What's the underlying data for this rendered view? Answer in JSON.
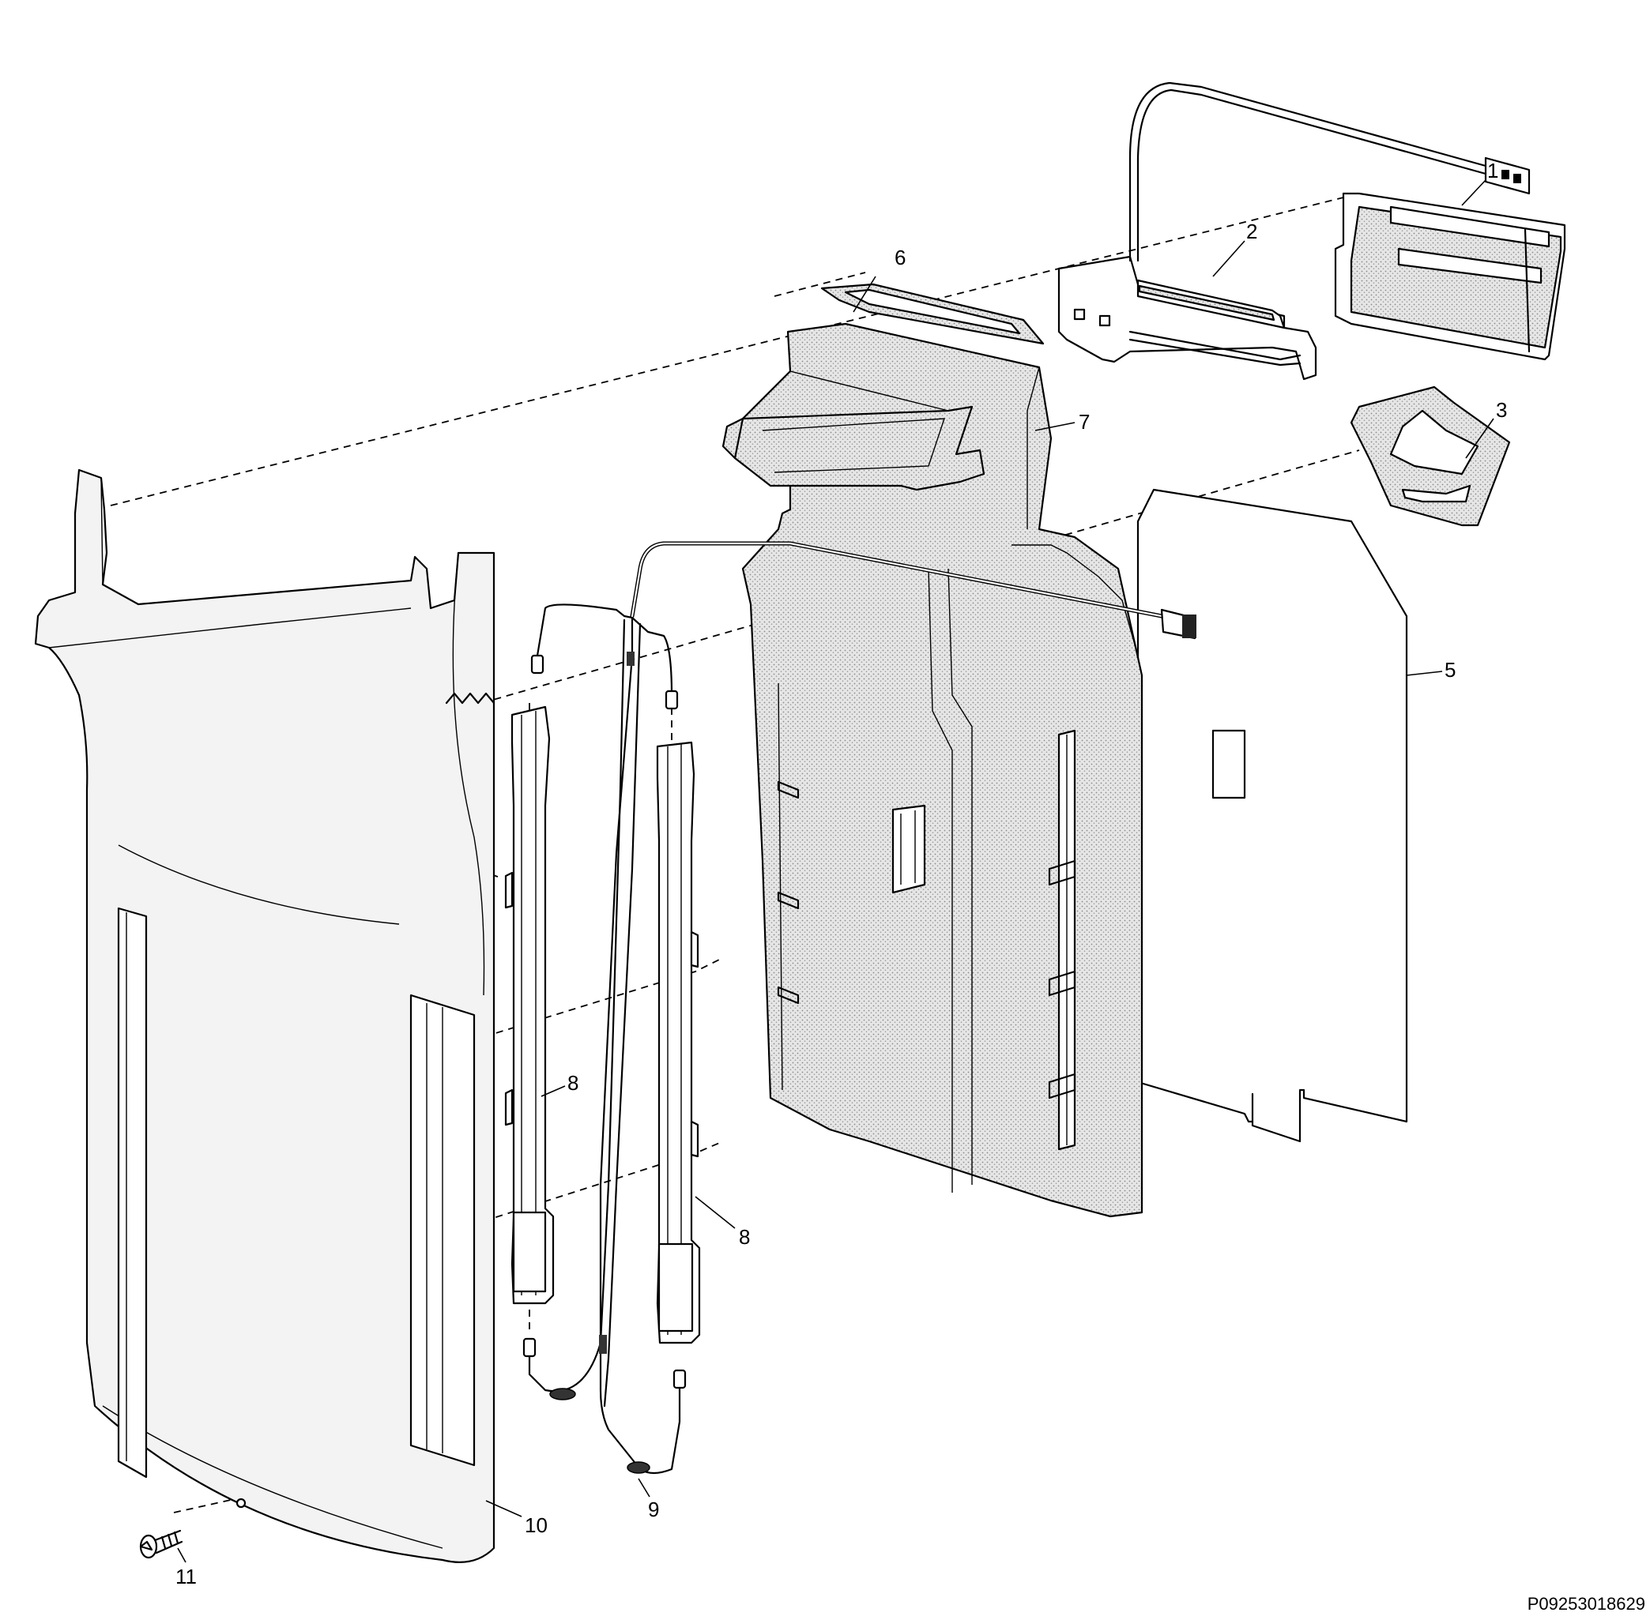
{
  "diagram": {
    "type": "exploded-parts-view",
    "reference_code": "P09253018629",
    "callouts": [
      {
        "id": "1",
        "text": "1"
      },
      {
        "id": "2",
        "text": "2"
      },
      {
        "id": "3",
        "text": "3"
      },
      {
        "id": "5",
        "text": "5"
      },
      {
        "id": "6",
        "text": "6"
      },
      {
        "id": "7",
        "text": "7"
      },
      {
        "id": "8a",
        "text": "8"
      },
      {
        "id": "8b",
        "text": "8"
      },
      {
        "id": "9",
        "text": "9"
      },
      {
        "id": "10",
        "text": "10"
      },
      {
        "id": "11",
        "text": "11"
      }
    ],
    "parts": [
      {
        "id": "part-1",
        "icon": "bracket-board-icon"
      },
      {
        "id": "part-2",
        "icon": "connector-module-icon"
      },
      {
        "id": "part-3",
        "icon": "wedge-block-icon"
      },
      {
        "id": "part-5",
        "icon": "sheet-panel-icon"
      },
      {
        "id": "part-6",
        "icon": "gasket-frame-icon"
      },
      {
        "id": "part-7",
        "icon": "foam-insulation-icon"
      },
      {
        "id": "part-8",
        "icon": "lamp-tube-icon"
      },
      {
        "id": "part-9",
        "icon": "wire-harness-icon"
      },
      {
        "id": "part-10",
        "icon": "cover-panel-icon"
      },
      {
        "id": "part-11",
        "icon": "screw-icon"
      }
    ]
  }
}
